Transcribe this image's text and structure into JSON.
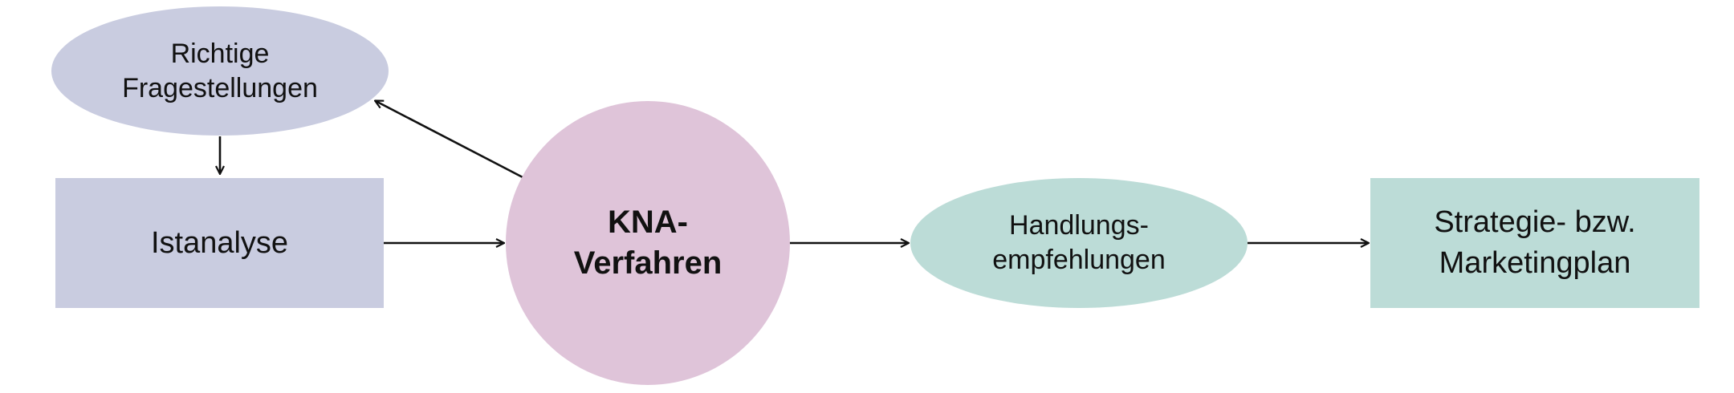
{
  "diagram": {
    "nodes": {
      "fragestellungen": {
        "label": "Richtige\nFragestellungen",
        "color": "#c9cce0",
        "shape": "ellipse"
      },
      "istanalyse": {
        "label": "Istanalyse",
        "color": "#c9cce0",
        "shape": "rectangle"
      },
      "kna": {
        "label": "KNA-\nVerfahren",
        "color": "#dfc4d9",
        "shape": "circle"
      },
      "handlung": {
        "label": "Handlungs-\nempfehlungen",
        "color": "#bcdcd7",
        "shape": "ellipse"
      },
      "strategie": {
        "label": "Strategie- bzw.\nMarketingplan",
        "color": "#bcdcd7",
        "shape": "rectangle"
      }
    },
    "edges": [
      {
        "from": "kna",
        "to": "fragestellungen"
      },
      {
        "from": "fragestellungen",
        "to": "istanalyse"
      },
      {
        "from": "istanalyse",
        "to": "kna"
      },
      {
        "from": "kna",
        "to": "handlung"
      },
      {
        "from": "handlung",
        "to": "strategie"
      }
    ]
  }
}
